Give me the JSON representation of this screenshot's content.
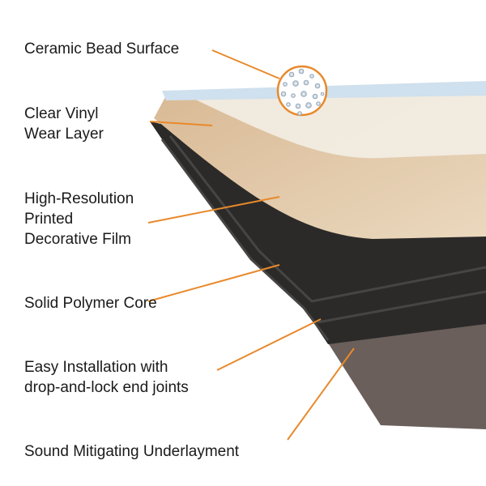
{
  "colors": {
    "accent": "#e8892b",
    "core": "#2b2a29",
    "underlayment": "#6a5f5b",
    "wood": "#e2cbac",
    "vinyl": "#f1ebe2",
    "surface": "#cfe0ee"
  },
  "labels": [
    {
      "lines": [
        "Ceramic Bead Surface"
      ]
    },
    {
      "lines": [
        "Clear Vinyl",
        "Wear Layer"
      ]
    },
    {
      "lines": [
        "High-Resolution",
        "Printed",
        "Decorative Film"
      ]
    },
    {
      "lines": [
        "Solid Polymer Core"
      ]
    },
    {
      "lines": [
        "Easy Installation with",
        "drop-and-lock end joints"
      ]
    },
    {
      "lines": [
        "Sound Mitigating Underlayment"
      ]
    }
  ]
}
